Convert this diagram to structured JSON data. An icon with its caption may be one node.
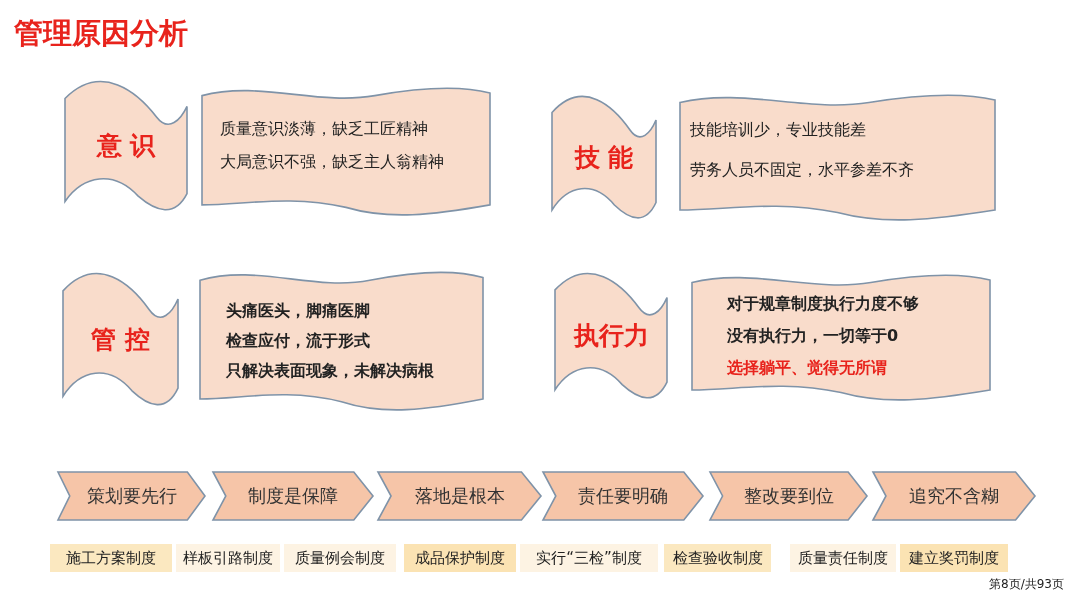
{
  "diagram": {
    "title": "管理原因分析",
    "nodes": [
      {
        "text": [
          "意 识"
        ]
      },
      {
        "text": [
          "质量意识淡薄，缺乏工匠精神",
          "大局意识不强，缺乏主人翁精神"
        ]
      },
      {
        "text": [
          "技 能"
        ]
      },
      {
        "text": [
          "技能培训少，专业技能差",
          "劳务人员不固定，水平参差不齐"
        ]
      },
      {
        "text": [
          "管 控"
        ]
      },
      {
        "text": [
          "头痛医头，脚痛医脚",
          "检查应付，流于形式",
          "只解决表面现象，未解决病根"
        ]
      },
      {
        "text": [
          "执行力"
        ]
      },
      {
        "text": [
          "对于规章制度执行力度不够",
          "没有执行力，一切等于0",
          "选择躺平、觉得无所谓"
        ]
      },
      {
        "text": [
          "策划要先行"
        ]
      },
      {
        "text": [
          "制度是保障"
        ]
      },
      {
        "text": [
          "落地是根本"
        ]
      },
      {
        "text": [
          "责任要明确"
        ]
      },
      {
        "text": [
          "整改要到位"
        ]
      },
      {
        "text": [
          "追究不含糊"
        ]
      },
      {
        "text": [
          "施工方案制度"
        ]
      },
      {
        "text": [
          "样板引路制度"
        ]
      },
      {
        "text": [
          "质量例会制度"
        ]
      },
      {
        "text": [
          "成品保护制度"
        ]
      },
      {
        "text": [
          "实行“三检”制度"
        ]
      },
      {
        "text": [
          "检查验收制度"
        ]
      },
      {
        "text": [
          "质量责任制度"
        ]
      },
      {
        "text": [
          "建立奖罚制度"
        ]
      }
    ],
    "labels": [
      "第8页/共93页"
    ]
  }
}
